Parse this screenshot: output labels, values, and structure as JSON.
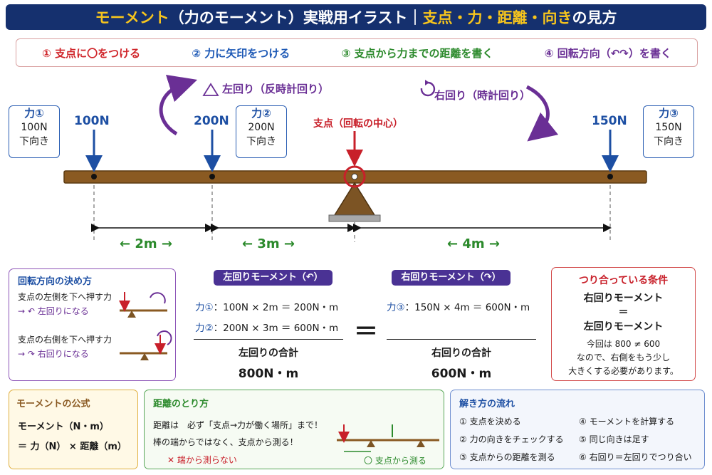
{
  "header": {
    "title_a": "モーメント",
    "title_b": "（力のモーメント）実戦用イラスト｜",
    "title_c": "支点・力・距離・向き",
    "title_d": "の見方"
  },
  "steps": [
    "① 支点に〇をつける",
    "② 力に矢印をつける",
    "③ 支点から力までの距離を書く",
    "④ 回転方向（↶↷）を書く"
  ],
  "forces": [
    {
      "box_title": "力①",
      "box_value": "100N",
      "box_dir": "下向き",
      "arrow_label": "100N"
    },
    {
      "box_title": "力②",
      "box_value": "200N",
      "box_dir": "下向き",
      "arrow_label": "200N"
    },
    {
      "box_title": "力③",
      "box_value": "150N",
      "box_dir": "下向き",
      "arrow_label": "150N"
    }
  ],
  "rotation": {
    "left": "左回り（反時計回り）",
    "right": "右回り（時計回り）"
  },
  "fulcrum_label": "支点（回転の中心）",
  "distances": [
    "← 2m →",
    "← 3m →",
    "← 4m →"
  ],
  "rotation_rule": {
    "title": "回転方向の決め方",
    "line1": "支点の左側を下へ押す力",
    "line1b": "→ ↶ 左回りになる",
    "line2": "支点の右側を下へ押す力",
    "line2b": "→ ↷ 右回りになる"
  },
  "left_moment": {
    "title": "左回りモーメント（↶）",
    "row1_force": "力①",
    "row1_expr": "：100N × 2m ＝ 200N・m",
    "row2_force": "力②",
    "row2_expr": "：200N × 3m ＝ 600N・m",
    "sum_label": "左回りの合計",
    "sum_value": "800N・m"
  },
  "equals": "＝",
  "right_moment": {
    "title": "右回りモーメント（↷）",
    "row1_force": "力③",
    "row1_expr": "：150N × 4m ＝ 600N・m",
    "sum_label": "右回りの合計",
    "sum_value": "600N・m"
  },
  "balance": {
    "title": "つり合っている条件",
    "line1": "右回りモーメント",
    "line2": "＝",
    "line3": "左回りモーメント",
    "note1": "今回は 800 ≠ 600",
    "note2": "なので、右側をもう少し",
    "note3": "大きくする必要があります。"
  },
  "formula": {
    "title": "モーメントの公式",
    "line1": "モーメント（N・m）",
    "line2": "＝ 力（N） × 距離（m）"
  },
  "distance_tip": {
    "title": "距離のとり方",
    "line1": "距離は　必ず「支点→力が働く場所」まで！",
    "line2": "棒の端からではなく、支点から測る！",
    "wrong": "✕ 端から測らない",
    "right": "〇 支点から測る"
  },
  "flow": {
    "title": "解き方の流れ",
    "items": [
      "① 支点を決める",
      "② 力の向きをチェックする",
      "③ 支点からの距離を測る",
      "④ モーメントを計算する",
      "⑤ 同じ向きは足す",
      "⑥ 右回り＝左回りでつり合い"
    ]
  },
  "colors": {
    "header_bg": "#15306e",
    "accent_yellow": "#f7c51d",
    "force_blue": "#1d4fa3",
    "fulcrum_red": "#c8202a",
    "rotation_purple": "#6a2f95",
    "distance_green": "#2c8a2c",
    "beam_brown": "#8a5a22"
  }
}
